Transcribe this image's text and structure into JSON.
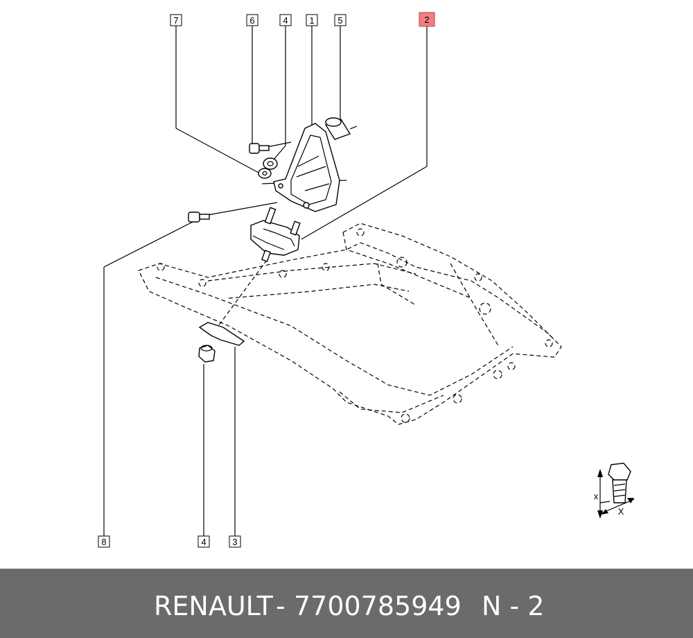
{
  "callouts": [
    {
      "id": "c7",
      "label": "7",
      "highlight": false
    },
    {
      "id": "c6",
      "label": "6",
      "highlight": false
    },
    {
      "id": "c4a",
      "label": "4",
      "highlight": false
    },
    {
      "id": "c1",
      "label": "1",
      "highlight": false
    },
    {
      "id": "c5",
      "label": "5",
      "highlight": false
    },
    {
      "id": "c2",
      "label": "2",
      "highlight": true
    },
    {
      "id": "c8",
      "label": "8",
      "highlight": false
    },
    {
      "id": "c4b",
      "label": "4",
      "highlight": false
    },
    {
      "id": "c3",
      "label": "3",
      "highlight": false
    }
  ],
  "torque_symbol": {
    "top_mark": "x",
    "bottom_mark": "X"
  },
  "colors": {
    "highlight": "#f08080",
    "footer_bg": "#6b6b6b",
    "footer_text": "#ffffff"
  },
  "footer": {
    "brand": "RENAULT",
    "separator": "-",
    "part_number": "7700785949",
    "ref": "N - 2"
  }
}
